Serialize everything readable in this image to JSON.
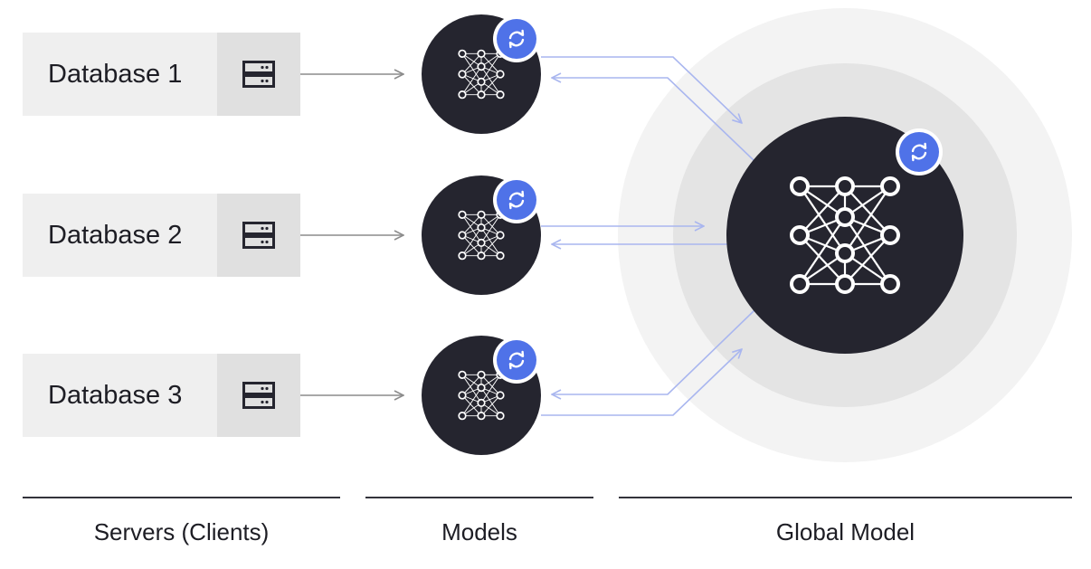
{
  "databases": [
    {
      "label": "Database 1",
      "icon": "server-icon"
    },
    {
      "label": "Database 2",
      "icon": "server-icon"
    },
    {
      "label": "Database 3",
      "icon": "server-icon"
    }
  ],
  "captions": {
    "servers": "Servers (Clients)",
    "models": "Models",
    "global": "Global Model"
  },
  "icons": {
    "model": "neural-network-icon",
    "sync": "sync-icon"
  },
  "colors": {
    "node_dark": "#25252f",
    "sync_badge": "#4f72e8",
    "flow_arrow": "#a9b6ef",
    "db_arrow": "#8c8c8c"
  }
}
